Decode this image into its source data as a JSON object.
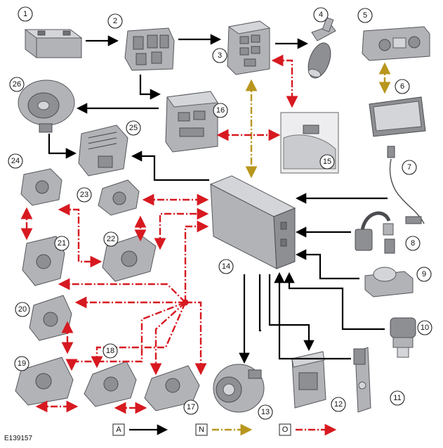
{
  "figure_id": "E139157",
  "callouts": [
    "1",
    "2",
    "3",
    "4",
    "5",
    "6",
    "7",
    "8",
    "9",
    "10",
    "11",
    "12",
    "13",
    "14",
    "15",
    "16",
    "17",
    "18",
    "19",
    "20",
    "21",
    "22",
    "23",
    "24",
    "25",
    "26"
  ],
  "legend": [
    {
      "letter": "A",
      "style": "solid-black",
      "color": "#000000"
    },
    {
      "letter": "N",
      "style": "dash-dot-gold",
      "color": "#b8961e"
    },
    {
      "letter": "O",
      "style": "dash-dot-red",
      "color": "#d71920"
    }
  ],
  "icons": {
    "1": "battery-icon",
    "2": "fuse-box-icon",
    "3": "central-junction-box-icon",
    "4": "auxiliary-coolant-pump-icon",
    "5": "control-panel-icon",
    "6": "display-unit-icon",
    "7": "temperature-sensor-icon",
    "8": "sensor-icon",
    "9": "sensor-module-icon",
    "10": "pressure-sensor-icon",
    "11": "sensor-icon",
    "12": "actuator-icon",
    "13": "compressor-icon",
    "14": "control-module-icon",
    "15": "sensor-icon",
    "16": "control-module-icon",
    "17": "actuator-motor-icon",
    "18": "actuator-motor-icon",
    "19": "actuator-motor-icon",
    "20": "actuator-motor-icon",
    "21": "actuator-motor-icon",
    "22": "actuator-motor-icon",
    "23": "actuator-motor-icon",
    "24": "actuator-motor-icon",
    "25": "blower-control-module-icon",
    "26": "blower-motor-icon"
  }
}
